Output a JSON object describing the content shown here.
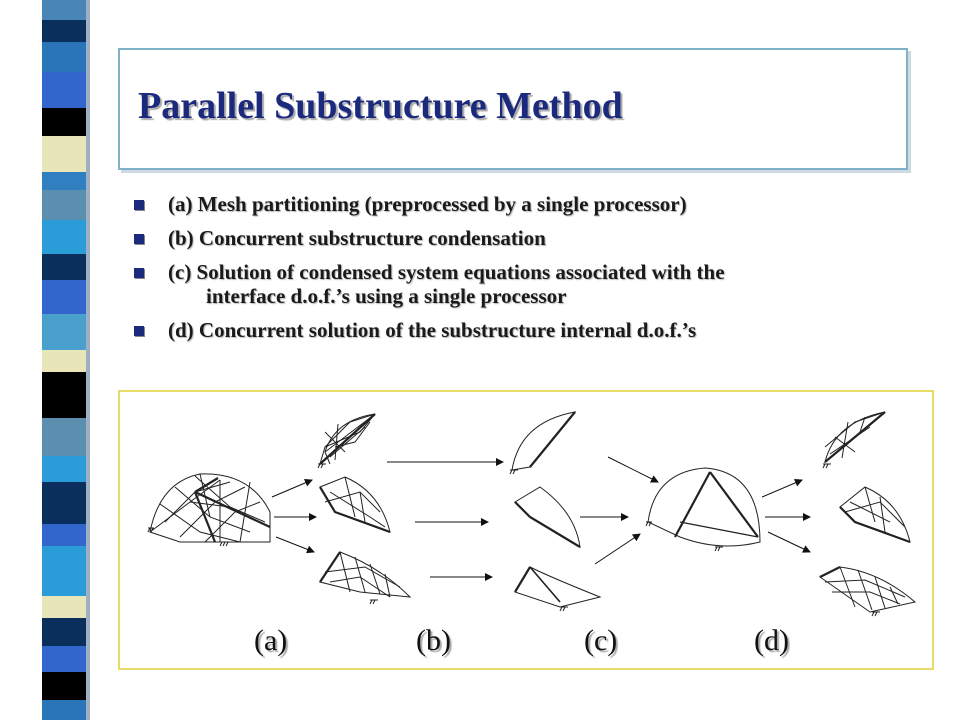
{
  "title": "Parallel Substructure Method",
  "bullets": [
    {
      "line1": "(a) Mesh partitioning (preprocessed by a single processor)",
      "line2": ""
    },
    {
      "line1": "(b) Concurrent substructure condensation",
      "line2": ""
    },
    {
      "line1": "(c) Solution of condensed system equations associated with the",
      "line2": "interface d.o.f.’s using a single processor"
    },
    {
      "line1": "(d) Concurrent solution of the substructure internal d.o.f.’s",
      "line2": ""
    }
  ],
  "diagram": {
    "labels": [
      "(a)",
      "(b)",
      "(c)",
      "(d)"
    ]
  },
  "colors": {
    "title": "#1c2a7d",
    "bullet_mark": "#1c2a7d",
    "title_border": "#7fb2c8",
    "diagram_border": "#e8dc6a"
  }
}
